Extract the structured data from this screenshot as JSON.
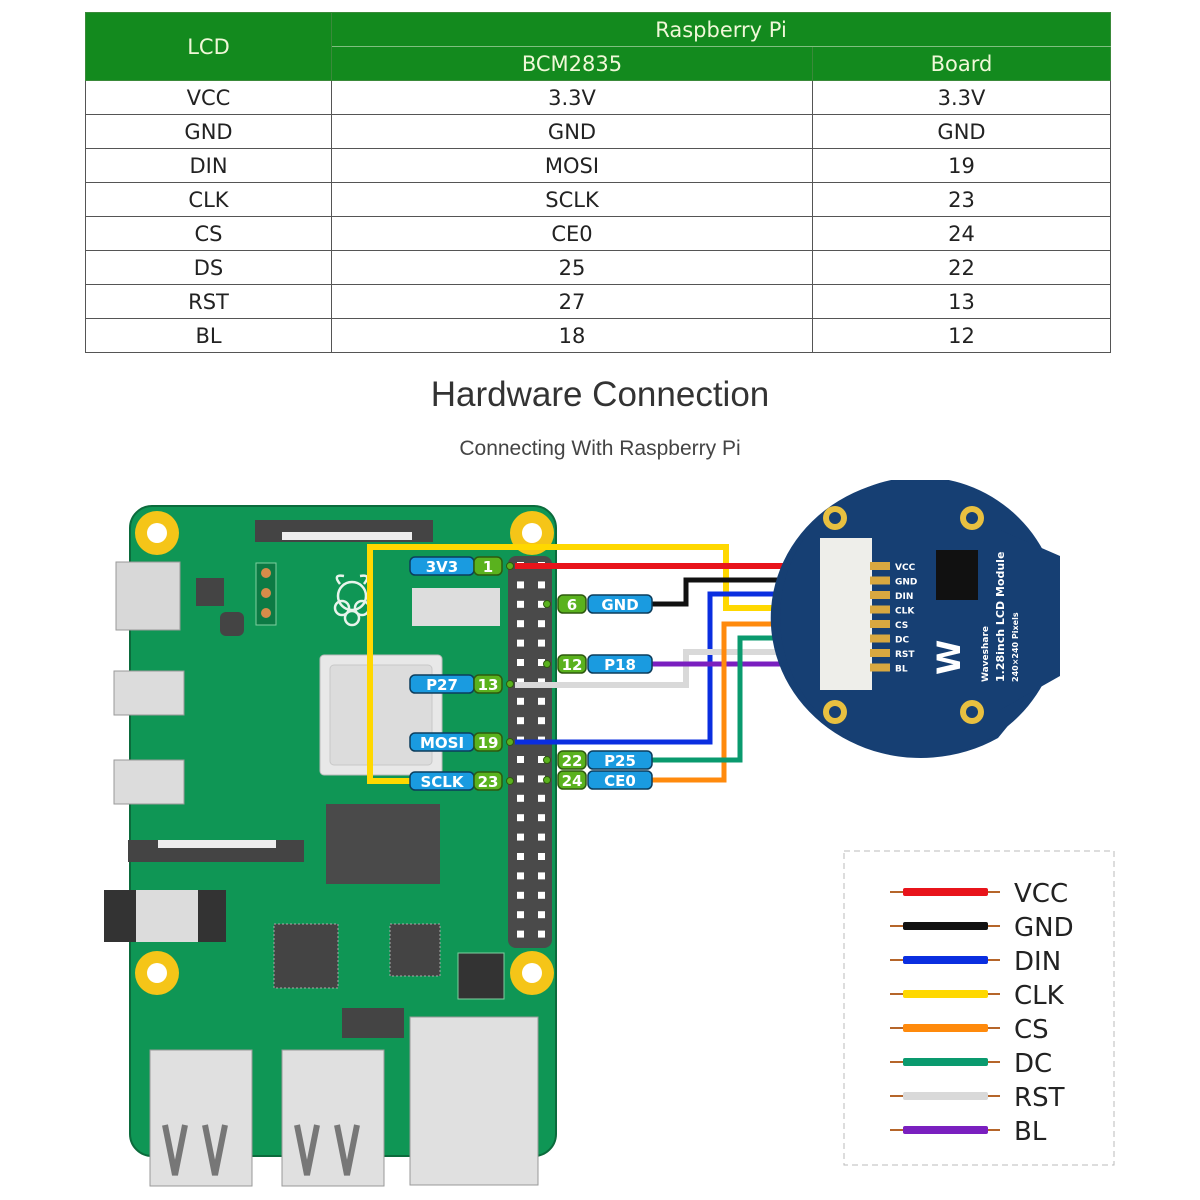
{
  "table": {
    "header": {
      "lcd": "LCD",
      "raspberry_pi": "Raspberry Pi",
      "bcm": "BCM2835",
      "board": "Board"
    },
    "rows": [
      {
        "lcd": "VCC",
        "bcm": "3.3V",
        "board": "3.3V"
      },
      {
        "lcd": "GND",
        "bcm": "GND",
        "board": "GND"
      },
      {
        "lcd": "DIN",
        "bcm": "MOSI",
        "board": "19"
      },
      {
        "lcd": "CLK",
        "bcm": "SCLK",
        "board": "23"
      },
      {
        "lcd": "CS",
        "bcm": "CE0",
        "board": "24"
      },
      {
        "lcd": "DS",
        "bcm": "25",
        "board": "22"
      },
      {
        "lcd": "RST",
        "bcm": "27",
        "board": "13"
      },
      {
        "lcd": "BL",
        "bcm": "18",
        "board": "12"
      }
    ]
  },
  "section": {
    "title": "Hardware Connection",
    "subtitle": "Connecting With Raspberry Pi"
  },
  "pi_pins": {
    "left": [
      {
        "name": "3V3",
        "num": "1"
      },
      {
        "name": "P27",
        "num": "13"
      },
      {
        "name": "MOSI",
        "num": "19"
      },
      {
        "name": "SCLK",
        "num": "23"
      }
    ],
    "right": [
      {
        "name": "GND",
        "num": "6"
      },
      {
        "name": "P18",
        "num": "12"
      },
      {
        "name": "P25",
        "num": "22"
      },
      {
        "name": "CE0",
        "num": "24"
      }
    ]
  },
  "lcd_module": {
    "title": "1.28inch LCD Module",
    "brand": "Waveshare",
    "resolution": "240×240 Pixels",
    "pins": [
      "VCC",
      "GND",
      "DIN",
      "CLK",
      "CS",
      "DC",
      "RST",
      "BL"
    ]
  },
  "legend": [
    {
      "label": "VCC",
      "color": "#e8141b"
    },
    {
      "label": "GND",
      "color": "#111111"
    },
    {
      "label": "DIN",
      "color": "#0a2ee0"
    },
    {
      "label": "CLK",
      "color": "#ffd800"
    },
    {
      "label": "CS",
      "color": "#ff8a0c"
    },
    {
      "label": "DC",
      "color": "#0a9a6e"
    },
    {
      "label": "RST",
      "color": "#d9d9d9"
    },
    {
      "label": "BL",
      "color": "#7a1fbf"
    }
  ],
  "colors": {
    "header_green": "#138a1e",
    "pcb_green": "#0f9655",
    "lcd_blue": "#163f73",
    "pin_label_blue": "#1a9be0",
    "pin_num_green": "#5ab21e",
    "mount_gold": "#f5c518"
  }
}
